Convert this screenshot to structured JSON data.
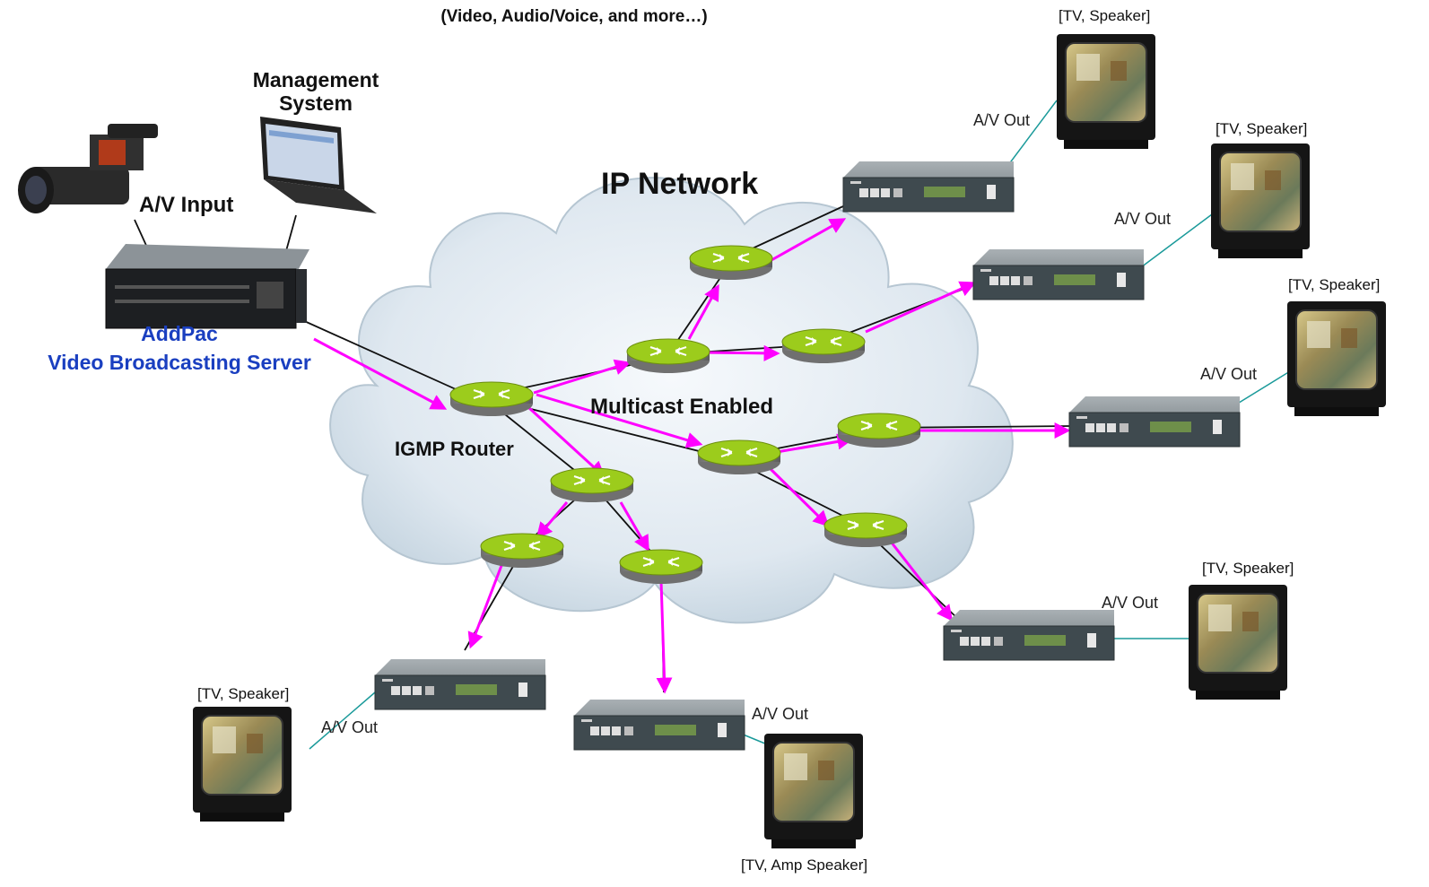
{
  "heading": "(Video, Audio/Voice, and more…)",
  "network": {
    "title": "IP Network",
    "multicast_label": "Multicast Enabled",
    "igmp_label": "IGMP  Router"
  },
  "source": {
    "management_line1": "Management",
    "management_line2": "System",
    "av_input": "A/V Input",
    "server_line1": "AddPac",
    "server_line2": "Video Broadcasting Server"
  },
  "receivers": [
    {
      "caption": "[TV, Speaker]",
      "output": "A/V Out"
    },
    {
      "caption": "[TV, Speaker]",
      "output": "A/V Out"
    },
    {
      "caption": "[TV, Speaker]",
      "output": "A/V Out"
    },
    {
      "caption": "[TV, Speaker]",
      "output": "A/V Out"
    },
    {
      "caption": "[TV, Speaker]",
      "output": "A/V Out"
    },
    {
      "caption": "[TV, Amp Speaker]",
      "output": "A/V Out"
    }
  ],
  "colors": {
    "multicast_arrow": "#ff00ff",
    "router_top": "#9ccc1c",
    "router_body": "#8a8a8a",
    "tv_link": "#1a9a9a",
    "server_label": "#1a3fc0",
    "cloud_fill": "#dbe6ee"
  }
}
